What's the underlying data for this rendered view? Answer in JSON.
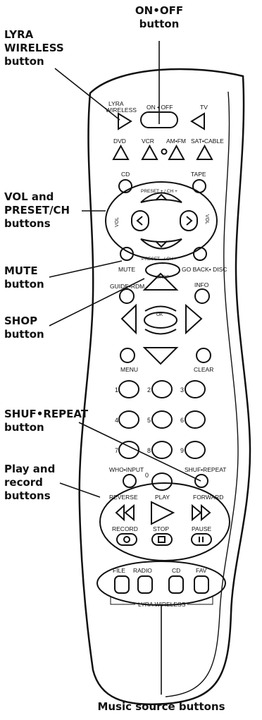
{
  "callouts": {
    "lyra_wireless": [
      "LYRA",
      "WIRELESS",
      "button"
    ],
    "on_off": [
      "ON•OFF",
      "button"
    ],
    "vol_preset": [
      "VOL and",
      "PRESET/CH",
      "buttons"
    ],
    "mute": [
      "MUTE",
      "button"
    ],
    "shop": [
      "SHOP",
      "button"
    ],
    "shuf_repeat": [
      "SHUF•REPEAT",
      "button"
    ],
    "play_record": [
      "Play and",
      "record",
      "buttons"
    ],
    "music_source": "Music source buttons"
  },
  "remote": {
    "lyra_wireless": [
      "LYRA",
      "WIRELESS"
    ],
    "on_off": "ON • OFF",
    "tv": "TV",
    "dvd": "DVD",
    "vcr": "VCR",
    "am_fm": "AM•FM",
    "sat_cable": "SAT•CABLE",
    "cd_top": "CD",
    "tape": "TAPE",
    "preset_up": "PRESET + / CH +",
    "preset_down": "PRESET - / CH -",
    "vol_left": "VOL",
    "vol_right": "VOL",
    "mute": "MUTE",
    "go_back_disc": "GO BACK• DISC",
    "guide_rdm": "GUIDE•RDM",
    "shop": "SHOP",
    "info": "INFO",
    "ok": "OK",
    "menu": "MENU",
    "clear": "CLEAR",
    "digits": [
      "1",
      "2",
      "3",
      "4",
      "5",
      "6",
      "7",
      "8",
      "9",
      "0"
    ],
    "who_input": "WHO•INPUT",
    "shuf_repeat": "SHUF•REPEAT",
    "reverse": "REVERSE",
    "play": "PLAY",
    "forward": "FORWARD",
    "record": "RECORD",
    "stop": "STOP",
    "pause": "PAUSE",
    "file": "FILE",
    "radio": "RADIO",
    "cd_bottom": "CD",
    "fav": "FAV",
    "lyra_wireless_group": "LYRA WIRELESS"
  }
}
